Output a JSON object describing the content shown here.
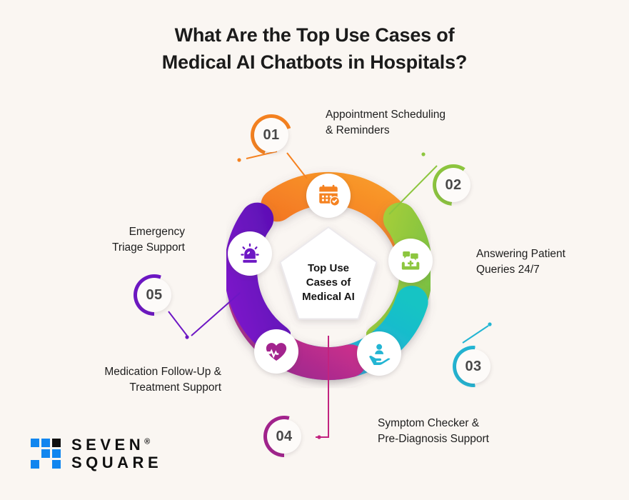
{
  "page": {
    "background_color": "#faf6f2",
    "title_line1": "What Are the Top Use Cases of",
    "title_line2": "Medical AI Chatbots in Hospitals?"
  },
  "center": {
    "line1": "Top Use",
    "line2": "Cases of",
    "line3": "Medical AI"
  },
  "items": [
    {
      "number": "01",
      "label_line1": "Appointment Scheduling",
      "label_line2": "& Reminders",
      "color": "#f58220",
      "icon": "calendar-check-icon"
    },
    {
      "number": "02",
      "label_line1": "Answering Patient",
      "label_line2": "Queries 24/7",
      "color": "#8dc63f",
      "icon": "chat-bubbles-clinic-icon"
    },
    {
      "number": "03",
      "label_line1": "Symptom Checker &",
      "label_line2": "Pre-Diagnosis Support",
      "color": "#23b5d3",
      "icon": "hand-patient-care-icon"
    },
    {
      "number": "04",
      "label_line1": "Medication Follow-Up &",
      "label_line2": "Treatment Support",
      "color": "#a3238e",
      "icon": "heart-pulse-icon"
    },
    {
      "number": "05",
      "label_line1": "Emergency",
      "label_line2": "Triage Support",
      "color": "#6d17c4",
      "icon": "emergency-siren-icon"
    }
  ],
  "logo": {
    "word_top": "SEVEN",
    "word_bottom": "SQUARE",
    "registered_mark": "®",
    "blue": "#1186ef",
    "black": "#101010"
  }
}
